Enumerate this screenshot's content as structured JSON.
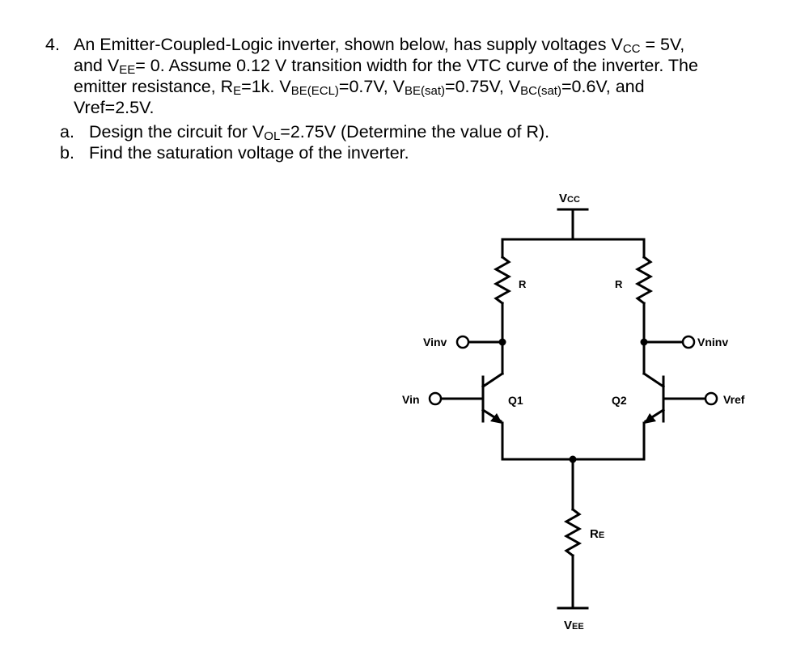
{
  "problem": {
    "number": "4.",
    "lines": [
      "An Emitter-Coupled-Logic inverter, shown below, has supply voltages V",
      "and V",
      "emitter resistance, R",
      "Vref=2.5V."
    ],
    "line1_sub": "CC",
    "line1_end": " = 5V,",
    "line2_sub": "EE",
    "line2_end": "= 0. Assume 0.12 V transition width for the VTC curve of the inverter. The",
    "line3_sub1": "E",
    "line3_mid1": "=1k. V",
    "line3_sub2": "BE(ECL)",
    "line3_mid2": "=0.7V, V",
    "line3_sub3": "BE(sat)",
    "line3_mid3": "=0.75V, V",
    "line3_sub4": "BC(sat)",
    "line3_end": "=0.6V, and",
    "parts": [
      {
        "letter": "a.",
        "text_pre": "Design the circuit for V",
        "sub": "OL",
        "text_post": "=2.75V (Determine the value of R)."
      },
      {
        "letter": "b.",
        "text_pre": "Find the saturation voltage of the inverter.",
        "sub": "",
        "text_post": ""
      }
    ]
  },
  "circuit": {
    "vcc": {
      "main": "V",
      "sub": "CC"
    },
    "vee": {
      "main": "V",
      "sub": "EE"
    },
    "re": {
      "main": "R",
      "sub": "E"
    },
    "r_left": "R",
    "r_right": "R",
    "q1": "Q1",
    "q2": "Q2",
    "vinv": "Vinv",
    "vninv": "Vninv",
    "vin": "Vin",
    "vref": "Vref"
  }
}
